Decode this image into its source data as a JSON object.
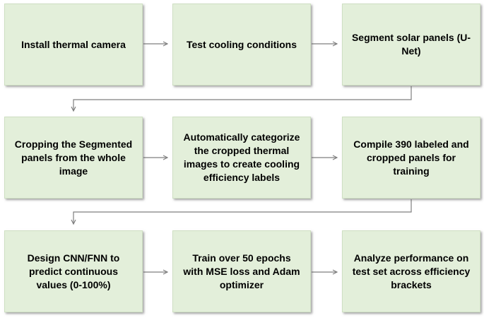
{
  "diagram": {
    "type": "flowchart",
    "steps": [
      {
        "id": 1,
        "label": "Install thermal camera"
      },
      {
        "id": 2,
        "label": "Test cooling conditions"
      },
      {
        "id": 3,
        "label": "Segment solar panels (U-\nNet)"
      },
      {
        "id": 4,
        "label": "Cropping the Segmented\npanels from the whole\nimage"
      },
      {
        "id": 5,
        "label": "Automatically categorize\nthe cropped thermal\nimages to create cooling\nefficiency labels"
      },
      {
        "id": 6,
        "label": "Compile 390 labeled and\ncropped panels for\ntraining"
      },
      {
        "id": 7,
        "label": "Design CNN/FNN to\npredict continuous\nvalues (0-100%)"
      },
      {
        "id": 8,
        "label": "Train over 50 epochs\nwith MSE loss and Adam\noptimizer"
      },
      {
        "id": 9,
        "label": "Analyze performance on\ntest set across efficiency\nbrackets"
      }
    ],
    "connections": [
      {
        "from": 1,
        "to": 2,
        "type": "straight-arrow"
      },
      {
        "from": 2,
        "to": 3,
        "type": "straight-arrow"
      },
      {
        "from": 3,
        "to": 4,
        "type": "elbow-arrow"
      },
      {
        "from": 4,
        "to": 5,
        "type": "straight-arrow"
      },
      {
        "from": 5,
        "to": 6,
        "type": "straight-arrow"
      },
      {
        "from": 6,
        "to": 7,
        "type": "elbow-arrow"
      },
      {
        "from": 7,
        "to": 8,
        "type": "straight-arrow"
      },
      {
        "from": 8,
        "to": 9,
        "type": "straight-arrow"
      }
    ]
  },
  "colors": {
    "background": "#ffffff",
    "box_fill": "#e3efda",
    "box_border": "#cfe0c3",
    "arrow": "#7f7f7f",
    "text": "#000000"
  }
}
